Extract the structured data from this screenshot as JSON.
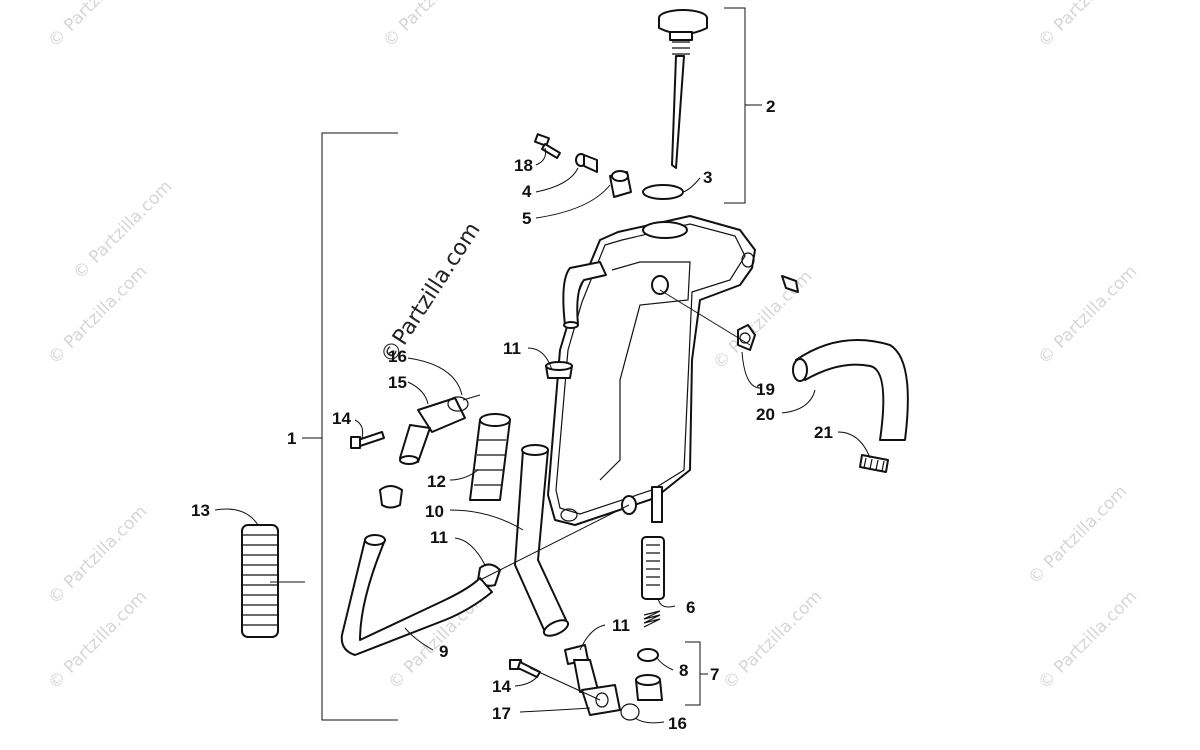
{
  "watermark": {
    "text": "© Partzilla.com",
    "main_text": "©Partzilla.com"
  },
  "callouts": {
    "c1": "1",
    "c2": "2",
    "c3": "3",
    "c4": "4",
    "c5": "5",
    "c6": "6",
    "c7": "7",
    "c8": "8",
    "c9": "9",
    "c10": "10",
    "c11a": "11",
    "c11b": "11",
    "c11c": "11",
    "c12": "12",
    "c13": "13",
    "c14a": "14",
    "c14b": "14",
    "c15": "15",
    "c16a": "16",
    "c16b": "16",
    "c17": "17",
    "c18": "18",
    "c19": "19",
    "c20": "20",
    "c21": "21"
  }
}
